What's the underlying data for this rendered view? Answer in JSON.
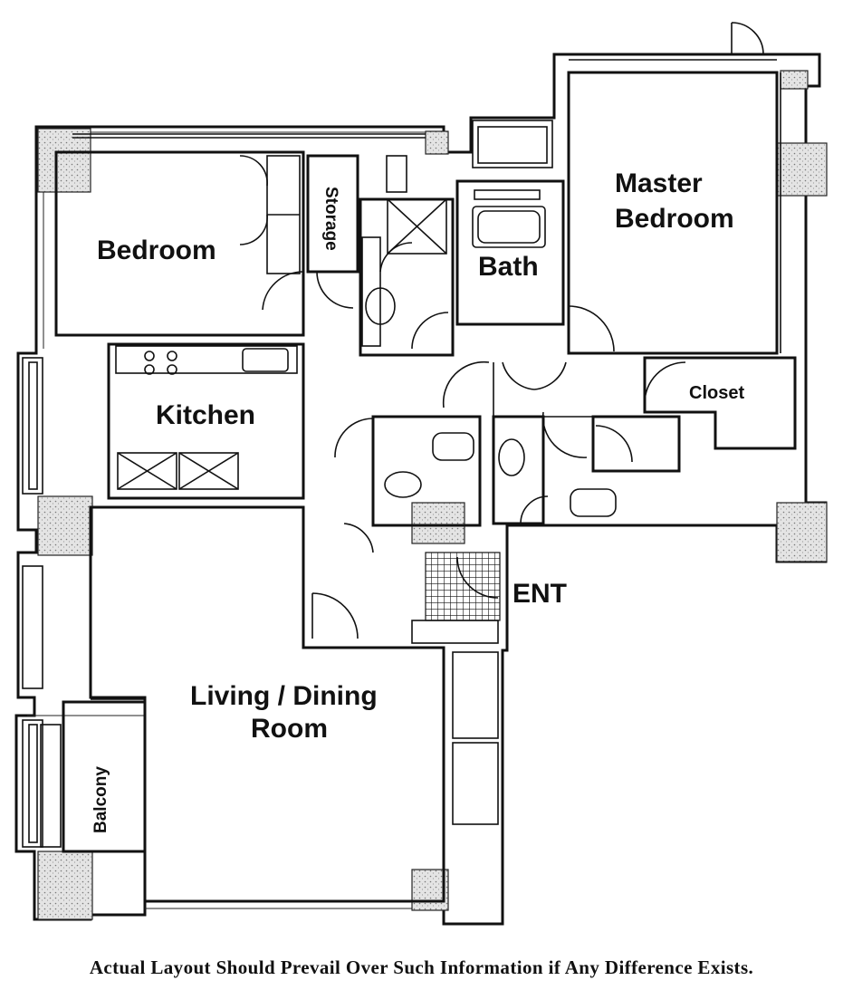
{
  "rooms": {
    "bedroom": "Bedroom",
    "storage": "Storage",
    "master_line1": "Master",
    "master_line2": "Bedroom",
    "bath": "Bath",
    "kitchen": "Kitchen",
    "closet": "Closet",
    "entrance": "ENT",
    "living_line1": "Living / Dining",
    "living_line2": "Room",
    "balcony": "Balcony"
  },
  "footer": {
    "disclaimer": "Actual Layout Should Prevail Over Such Information if Any Difference Exists."
  }
}
